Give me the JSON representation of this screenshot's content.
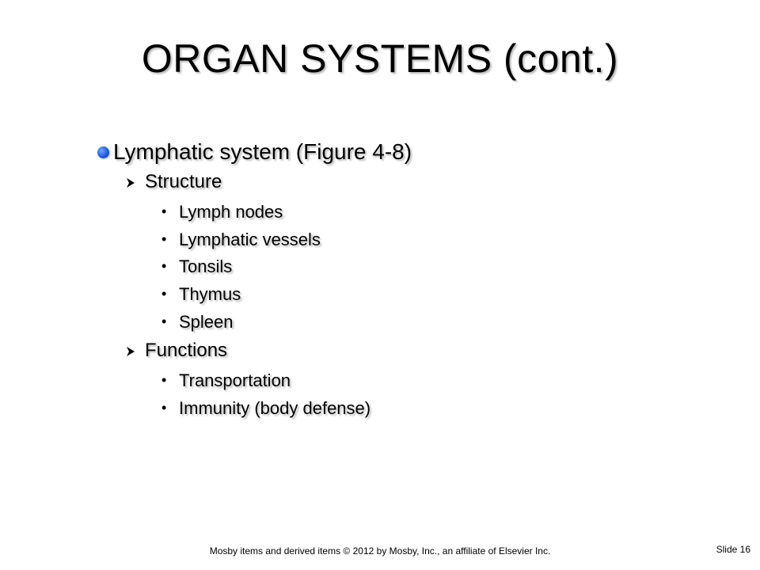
{
  "title": "ORGAN SYSTEMS (cont.)",
  "main": {
    "heading": "Lymphatic system (Figure 4-8)",
    "sections": [
      {
        "label": "Structure",
        "items": [
          "Lymph nodes",
          "Lymphatic vessels",
          "Tonsils",
          "Thymus",
          "Spleen"
        ]
      },
      {
        "label": "Functions",
        "items": [
          "Transportation",
          "Immunity (body defense)"
        ]
      }
    ]
  },
  "footer": {
    "copyright": "Mosby items and derived items © 2012 by Mosby, Inc., an affiliate of Elsevier Inc.",
    "slide_number": "Slide 16"
  },
  "colors": {
    "bullet_primary": "#1f5fe0",
    "text": "#000000",
    "background": "#ffffff"
  }
}
